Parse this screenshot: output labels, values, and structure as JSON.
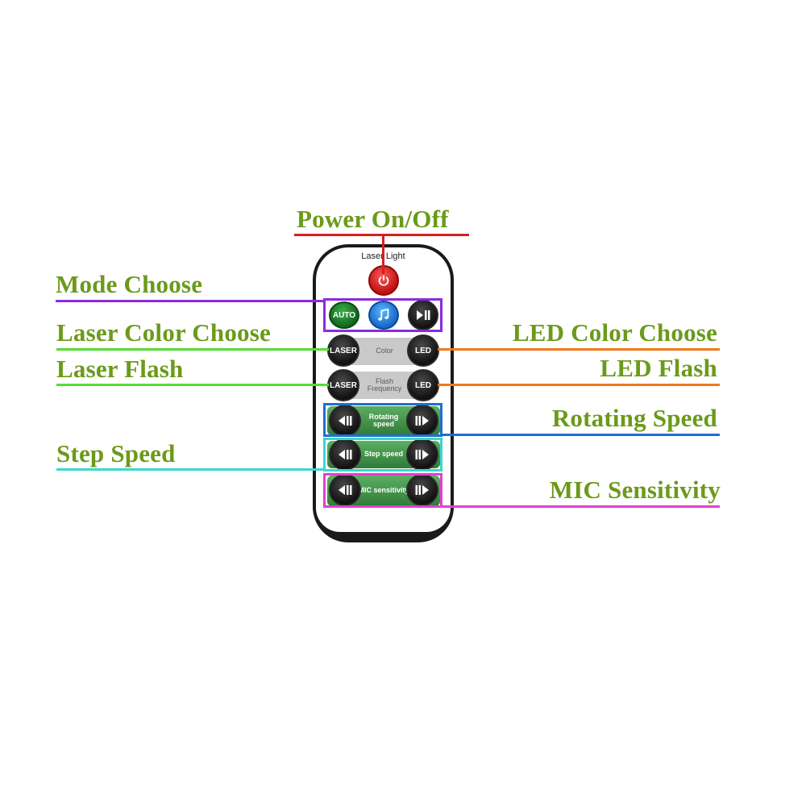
{
  "callouts": {
    "power": "Power On/Off",
    "mode": "Mode Choose",
    "laser_color": "Laser Color Choose",
    "laser_flash": "Laser Flash",
    "led_color": "LED Color Choose",
    "led_flash": "LED Flash",
    "rotating_speed": "Rotating Speed",
    "step_speed": "Step Speed",
    "mic_sensitivity": "MIC Sensitivity"
  },
  "remote": {
    "brand": "Laser Light",
    "buttons": {
      "auto": "AUTO",
      "laser": "LASER",
      "led": "LED"
    },
    "panels": {
      "color": "Color",
      "flash_frequency": "Flash Frequency",
      "rotating_speed": "Rotating speed",
      "step_speed": "Step speed",
      "mic_sensitivity": "MIC sensitivity"
    }
  },
  "colors": {
    "label_text": "#6b9a1a",
    "power_line": "#d42020",
    "mode_line": "#8a2be2",
    "laser_line": "#55dd33",
    "led_line": "#f07a1e",
    "rotating_line": "#1f6fd0",
    "step_line": "#3ad7d0",
    "mic_line": "#e040d0"
  }
}
